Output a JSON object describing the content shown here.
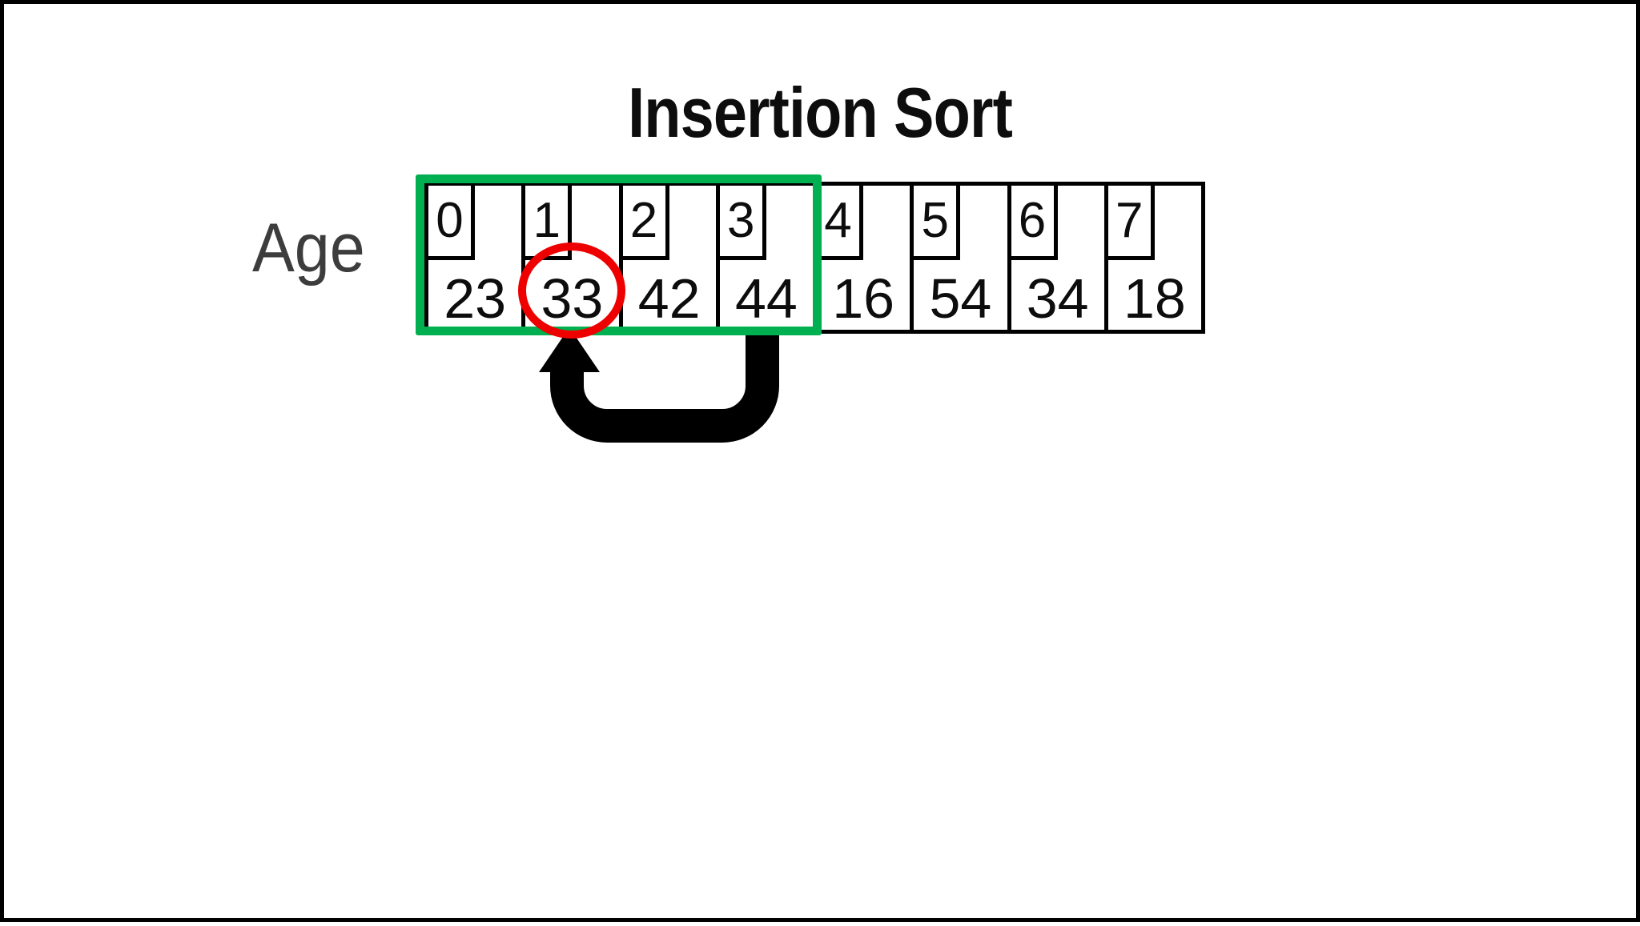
{
  "title": "Insertion Sort",
  "row_label": "Age",
  "array": {
    "cells": [
      {
        "index": "0",
        "value": "23"
      },
      {
        "index": "1",
        "value": "33"
      },
      {
        "index": "2",
        "value": "42"
      },
      {
        "index": "3",
        "value": "44"
      },
      {
        "index": "4",
        "value": "16"
      },
      {
        "index": "5",
        "value": "54"
      },
      {
        "index": "6",
        "value": "34"
      },
      {
        "index": "7",
        "value": "18"
      }
    ]
  },
  "annotations": {
    "sorted_region_indices": [
      0,
      1,
      2,
      3
    ],
    "circled_value": "33",
    "arrow_from_value": "44",
    "arrow_to_value": "33"
  },
  "colors": {
    "sorted_green": "#00B050",
    "circle_red": "#EE0000",
    "arrow_black": "#000000",
    "cell_border": "#000000",
    "age_label_gray": "#3D3D3D"
  }
}
